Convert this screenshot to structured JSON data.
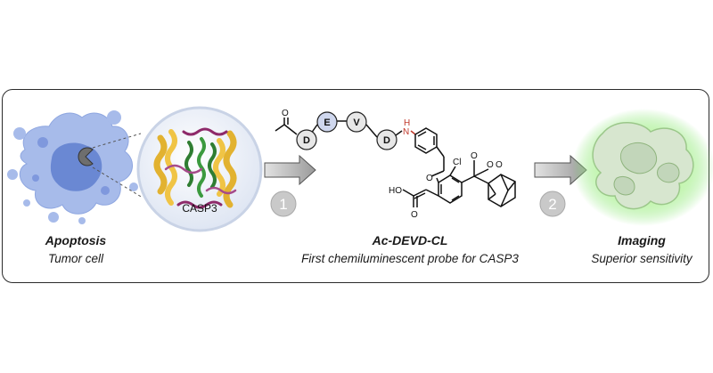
{
  "left": {
    "title": "Apoptosis",
    "subtitle": "Tumor cell",
    "enzyme_label": "CASP3"
  },
  "middle": {
    "title": "Ac-DEVD-CL",
    "subtitle": "First chemiluminescent probe for CASP3",
    "residues": [
      "D",
      "E",
      "V",
      "D"
    ],
    "atoms": {
      "nh": "N",
      "h": "H",
      "cl": "Cl",
      "o_ether": "O",
      "o_methoxy": "O",
      "o_peroxide_1": "O",
      "o_peroxide_2": "O",
      "o_acid": "O",
      "ho_acid": "HO",
      "o_acetyl": "O"
    }
  },
  "right": {
    "title": "Imaging",
    "subtitle": "Superior sensitivity"
  },
  "steps": {
    "one": "1",
    "two": "2"
  },
  "colors": {
    "cell": "#9db3e6",
    "cell_dark": "#5f7fcf",
    "amine": "#c0392b",
    "glow": "#7ee46a",
    "arrow": "#b5b5b5"
  }
}
